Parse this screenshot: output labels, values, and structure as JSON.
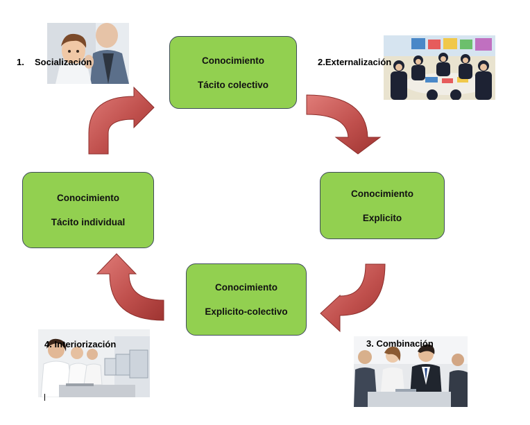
{
  "diagram": {
    "boxes": {
      "tacito_colectivo": {
        "line1": "Conocimiento",
        "line2": "Tácito colectivo"
      },
      "explicito": {
        "line1": "Conocimiento",
        "line2": "Explicito"
      },
      "explicito_colectivo": {
        "line1": "Conocimiento",
        "line2": "Explicito-colectivo"
      },
      "tacito_individual": {
        "line1": "Conocimiento",
        "line2": "Tácito individual"
      }
    },
    "phases": {
      "socializacion": {
        "number": "1.",
        "label": "Socialización"
      },
      "externalizacion": {
        "label": "2.Externalización"
      },
      "combinacion": {
        "label": "3. Combinación"
      },
      "interiorizacion": {
        "label": "4. Interiorización"
      }
    },
    "colors": {
      "box_fill": "#92d050",
      "box_border": "#3f4b5c",
      "arrow_fill": "#c0504d"
    }
  }
}
